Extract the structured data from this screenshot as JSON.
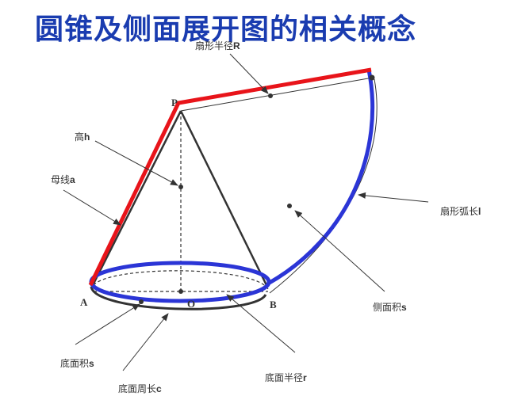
{
  "title": "圆锥及侧面展开图的相关概念",
  "colors": {
    "title": "#1a3cb0",
    "slant_line": "#e8141a",
    "arc": "#2b35d6",
    "lines": "#333333"
  },
  "points": {
    "P": "P",
    "A": "A",
    "O": "O",
    "B": "B"
  },
  "labels": {
    "sector_radius": {
      "text": "扇形半径",
      "var": "R"
    },
    "height": {
      "text": "高",
      "var": "h"
    },
    "generatrix": {
      "text": "母线",
      "var": "a"
    },
    "arc_length": {
      "text": "扇形弧长",
      "var": "l"
    },
    "lateral_area": {
      "text": "侧面积",
      "var": "s"
    },
    "base_area": {
      "text": "底面积",
      "var": "s"
    },
    "base_circumference": {
      "text": "底面周长",
      "var": "c"
    },
    "base_radius": {
      "text": "底面半径",
      "var": "r"
    }
  }
}
